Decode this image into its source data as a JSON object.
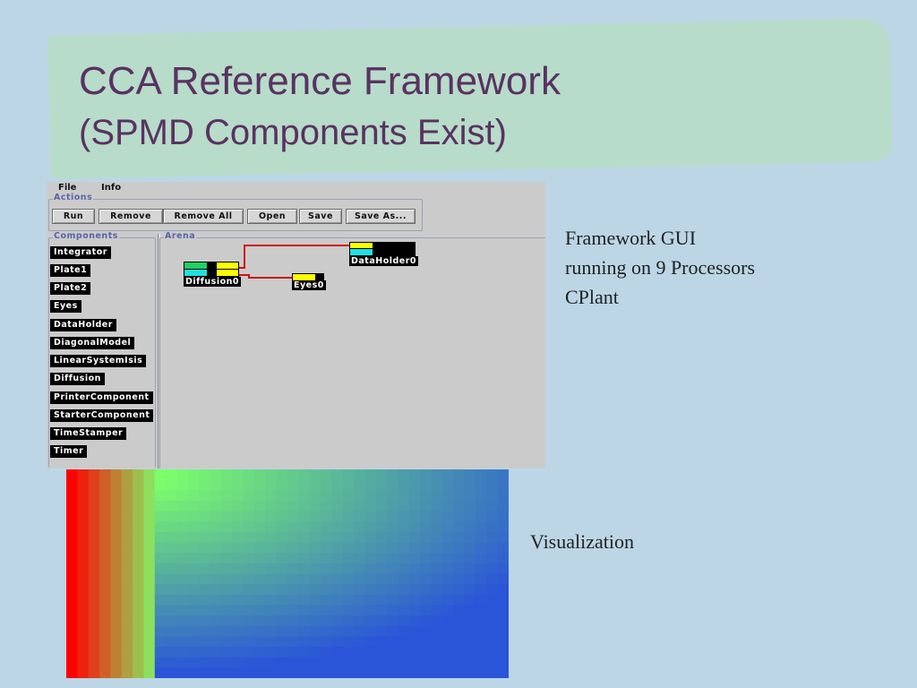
{
  "slide": {
    "title_line1": "CCA Reference Framework",
    "title_line2": "(SPMD Components Exist)",
    "gui_caption": [
      "Framework GUI",
      "running on 9 Processors",
      "CPlant"
    ],
    "viz_caption": "Visualization"
  },
  "gui": {
    "menu": [
      "File",
      "Info"
    ],
    "actions_title": "Actions",
    "buttons": [
      "Run",
      "Remove",
      "Remove All",
      "Open",
      "Save",
      "Save As..."
    ],
    "components_title": "Components",
    "components": [
      "Integrator",
      "Plate1",
      "Plate2",
      "Eyes",
      "DataHolder",
      "DiagonalModel",
      "LinearSystemIsis",
      "Diffusion",
      "PrinterComponent",
      "StarterComponent",
      "TimeStamper",
      "Timer"
    ],
    "arena_title": "Arena",
    "nodes": {
      "diffusion": "Diffusion0",
      "dataholder": "DataHolder0",
      "eyes": "Eyes0"
    },
    "colors": {
      "connection": "#d01010",
      "uses_port": "#ffff00",
      "provides_port_top": "#20d060",
      "provides_port_bottom": "#20e0e0"
    }
  },
  "visualization": {
    "gradient": [
      "#ff0000",
      "#7dff6a",
      "#2a55d8"
    ]
  }
}
